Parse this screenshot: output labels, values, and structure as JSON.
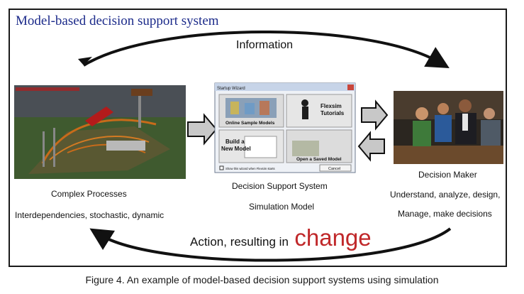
{
  "title": "Model-based decision support system",
  "info_label": "Information",
  "action_label": "Action, resulting in",
  "action_emphasis": "change",
  "left_panel": {
    "line1": "Complex Processes",
    "line2": "Interdependencies, stochastic, dynamic"
  },
  "center_panel": {
    "line1": "Decision Support System",
    "line2": "Simulation Model"
  },
  "right_panel": {
    "line1": "Decision Maker",
    "line2": "Understand, analyze, design,",
    "line3": "Manage, make decisions"
  },
  "wizard": {
    "window_title": "Startup Wizard",
    "tile_sample": "Online Sample Models",
    "tile_tutorials_1": "Flexsim",
    "tile_tutorials_2": "Tutorials",
    "tile_build_1": "Build a",
    "tile_build_2": "New Model",
    "tile_open": "Open a Saved Model",
    "checkbox_label": "Show this wizard when Flexsim starts",
    "cancel": "Cancel"
  },
  "caption": "Figure 4. An example of model-based decision support systems using simulation",
  "colors": {
    "title": "#1b2a8a",
    "change": "#c0282a",
    "arrow_fill": "#c8c8c8"
  }
}
